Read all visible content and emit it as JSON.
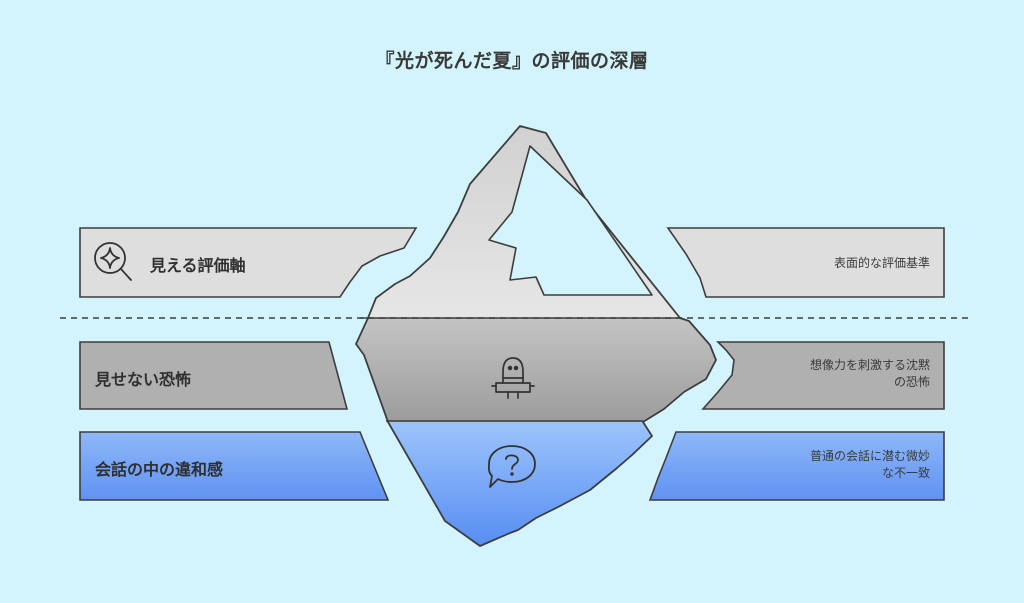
{
  "title": "『光が死んだ夏』の評価の深層",
  "layers": [
    {
      "label": "見える評価軸",
      "description_lines": [
        "表面的な評価基準"
      ],
      "icon": "sparkle-search-icon",
      "color": "#dedede"
    },
    {
      "label": "見せない恐怖",
      "description_lines": [
        "想像力を刺激する沈黙",
        "の恐怖"
      ],
      "icon": "robot-icon",
      "color": "#b0b0b0"
    },
    {
      "label": "会話の中の違和感",
      "description_lines": [
        "普通の会話に潜む微妙",
        "な不一致"
      ],
      "icon": "question-bubble-icon",
      "color": "#6d9ff5"
    }
  ],
  "colors": {
    "background": "#d3f4fc",
    "outline": "#3d3d3d",
    "surface": "#dedede",
    "middle": "#b0b0b0",
    "deep": "#6d9ff5"
  }
}
